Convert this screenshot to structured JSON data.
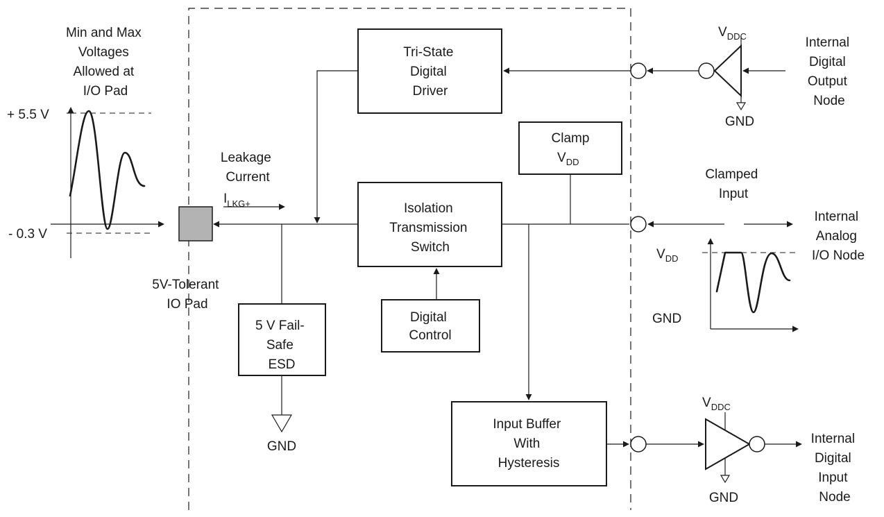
{
  "waveform_left": {
    "title_lines": [
      "Min and Max",
      "Voltages",
      "Allowed at",
      "I/O Pad"
    ],
    "max_label": "+ 5.5 V",
    "min_label": "- 0.3 V"
  },
  "pad": {
    "label_lines": [
      "5V-Tolerant",
      "IO Pad"
    ]
  },
  "leakage": {
    "lines": [
      "Leakage",
      "Current"
    ],
    "symbol": "I",
    "subscript": "LKG+"
  },
  "esd": {
    "lines": [
      "5 V Fail-",
      "Safe",
      "ESD"
    ],
    "gnd": "GND"
  },
  "tristate": {
    "lines": [
      "Tri-State",
      "Digital",
      "Driver"
    ]
  },
  "isolation": {
    "lines": [
      "Isolation",
      "Transmission",
      "Switch"
    ]
  },
  "digital_control": {
    "lines": [
      "Digital",
      "Control"
    ]
  },
  "clamp": {
    "line1": "Clamp",
    "symbol": "V",
    "subscript": "DD"
  },
  "input_buffer": {
    "lines": [
      "Input Buffer",
      "With",
      "Hysteresis"
    ]
  },
  "output_driver": {
    "supply_symbol": "V",
    "supply_sub": "DDC",
    "gnd": "GND",
    "node_lines": [
      "Internal",
      "Digital",
      "Output",
      "Node"
    ]
  },
  "analog": {
    "clamped_lines": [
      "Clamped",
      "Input"
    ],
    "node_lines": [
      "Internal",
      "Analog",
      "I/O Node"
    ],
    "vdd_symbol": "V",
    "vdd_sub": "DD",
    "gnd": "GND"
  },
  "input_driver": {
    "supply_symbol": "V",
    "supply_sub": "DDC",
    "gnd": "GND",
    "node_lines": [
      "Internal",
      "Digital",
      "Input",
      "Node"
    ]
  }
}
